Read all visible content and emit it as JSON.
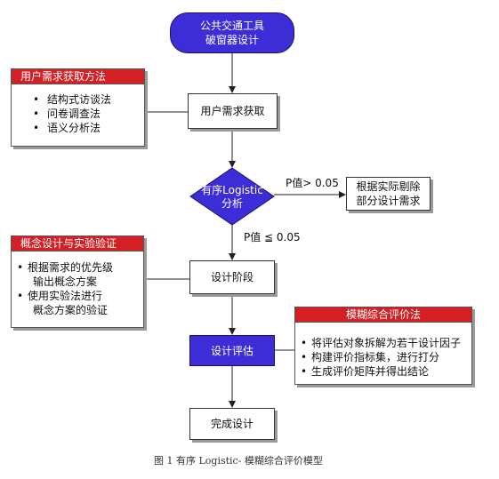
{
  "nodes": {
    "start": {
      "line1": "公共交通工具",
      "line2": "破窗器设计"
    },
    "requirements": "用户需求获取",
    "decision": {
      "line1": "有序Logistic",
      "line2": "分析"
    },
    "redesign": {
      "line1": "根据实际剔除",
      "line2": "部分设计需求"
    },
    "design": "设计阶段",
    "evaluation": "设计评估",
    "done": "完成设计"
  },
  "edge_labels": {
    "reject": "P值> 0.05",
    "accept": "P值 ≦ 0.05"
  },
  "panels": {
    "needs": {
      "title": "用户需求获取方法",
      "items": [
        "结构式访谈法",
        "问卷调查法",
        "语义分析法"
      ]
    },
    "concept": {
      "title": "概念设计与实验验证",
      "items": [
        {
          "line1": "根据需求的优先级",
          "line2": "输出概念方案"
        },
        {
          "line1": "使用实验法进行",
          "line2": "概念方案的验证"
        }
      ]
    },
    "fuzzy": {
      "title": "模糊综合评价法",
      "items": [
        "将评估对象拆解为若干设计因子",
        "构建评价指标集，进行打分",
        "生成评价矩阵并得出结论"
      ]
    }
  },
  "caption": "图 1 有序 Logistic- 模糊综合评价模型",
  "colors": {
    "primary": "#3c2dd6",
    "accent": "#d42024"
  }
}
